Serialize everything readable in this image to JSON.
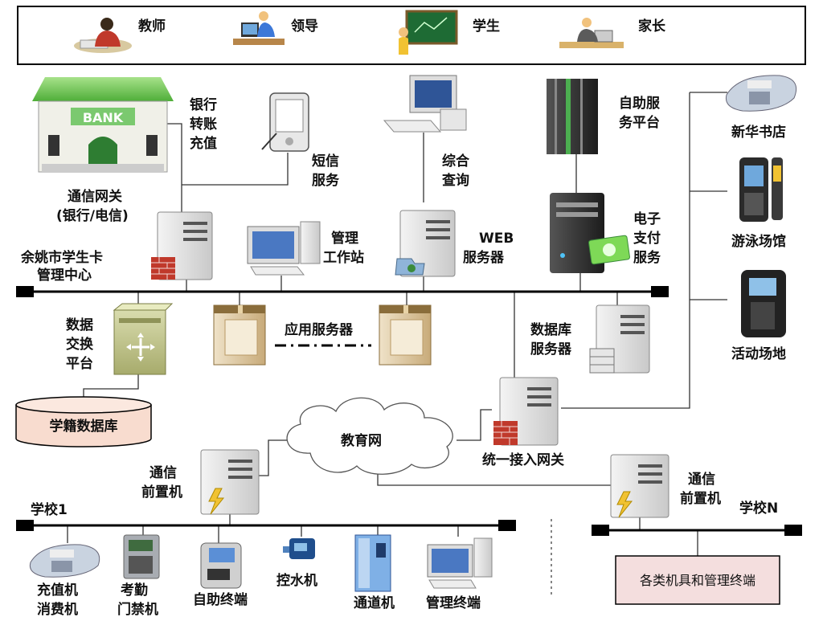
{
  "roles": {
    "teacher": "教师",
    "leader": "领导",
    "student": "学生",
    "parent": "家长"
  },
  "bank": {
    "sign": "BANK",
    "transfer": [
      "银行",
      "转账",
      "充值"
    ],
    "gateway": [
      "通信网关",
      "(银行/电信)"
    ]
  },
  "sms": [
    "短信",
    "服务"
  ],
  "query": [
    "综合",
    "查询"
  ],
  "self_service": [
    "自助服",
    "务平台"
  ],
  "center": [
    "余姚市学生卡",
    "管理中心"
  ],
  "workstation": [
    "管理",
    "工作站"
  ],
  "web_server": [
    "WEB",
    "服务器"
  ],
  "epay": [
    "电子",
    "支付",
    "服务"
  ],
  "exchange": [
    "数据",
    "交换",
    "平台"
  ],
  "app_server": "应用服务器",
  "db_server": [
    "数据库",
    "服务器"
  ],
  "student_db": "学籍数据库",
  "edu_net": "教育网",
  "unified_gateway": "统一接入网关",
  "front_server": [
    "通信",
    "前置机"
  ],
  "school1": "学校1",
  "schoolN": "学校N",
  "merchants": {
    "bookstore": "新华书店",
    "pool": "游泳场馆",
    "activity": "活动场地"
  },
  "school_devices": {
    "recharge": [
      "充值机",
      "消费机"
    ],
    "attendance": [
      "考勤",
      "门禁机"
    ],
    "kiosk": "自助终端",
    "water": "控水机",
    "gate": "通道机",
    "terminal": "管理终端"
  },
  "schoolN_devices": "各类机具和管理终端"
}
